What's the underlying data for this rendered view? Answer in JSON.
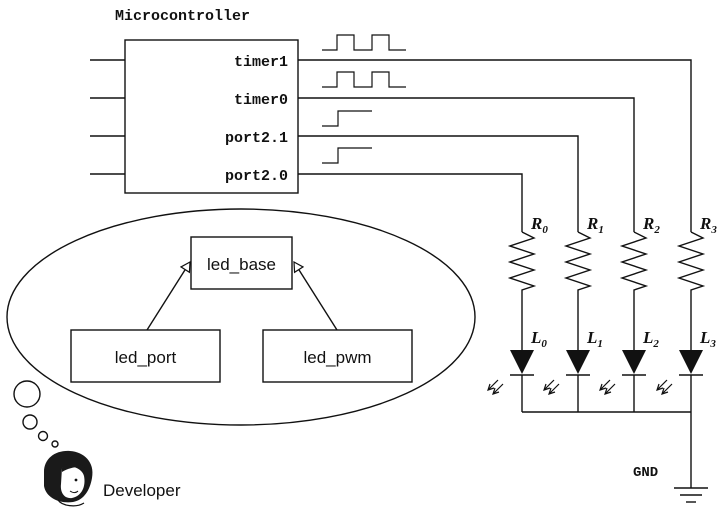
{
  "microcontroller": {
    "title": "Microcontroller",
    "ports": [
      "timer1",
      "timer0",
      "port2.1",
      "port2.0"
    ]
  },
  "circuit": {
    "resistors": [
      "R",
      "R",
      "R",
      "R"
    ],
    "resistor_subscripts": [
      "0",
      "1",
      "2",
      "3"
    ],
    "leds": [
      "L",
      "L",
      "L",
      "L"
    ],
    "led_subscripts": [
      "0",
      "1",
      "2",
      "3"
    ],
    "ground_label": "GND"
  },
  "class_diagram": {
    "base_class": "led_base",
    "derived_classes": [
      "led_port",
      "led_pwm"
    ]
  },
  "developer": {
    "label": "Developer"
  },
  "colors": {
    "line": "#111111",
    "background": "#ffffff"
  }
}
